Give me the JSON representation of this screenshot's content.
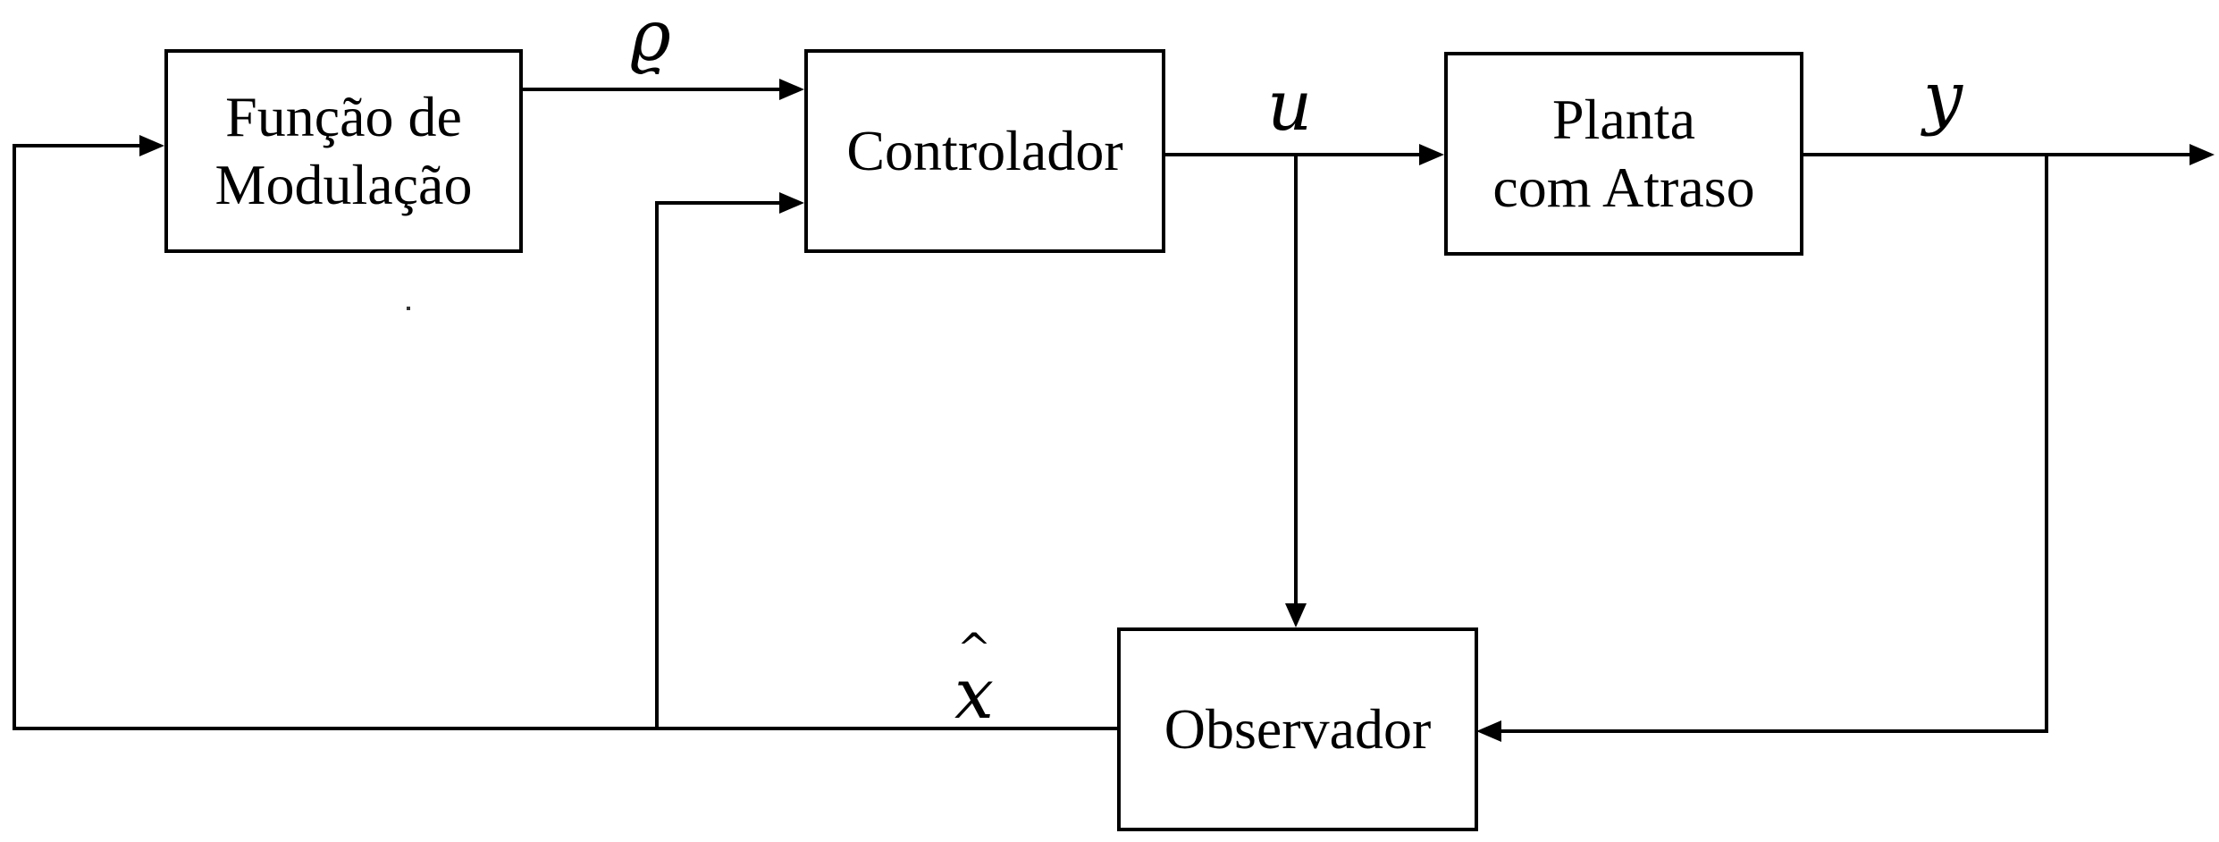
{
  "blocks": {
    "modulation": {
      "label": "Função de\nModulação"
    },
    "controller": {
      "label": "Controlador"
    },
    "plant": {
      "label": "Planta\ncom Atraso"
    },
    "observer": {
      "label": "Observador"
    }
  },
  "signals": {
    "rho": "ϱ",
    "u": "u",
    "y": "y",
    "x_hat": {
      "symbol": "x",
      "hat": "^"
    }
  },
  "colors": {
    "line": "#000000",
    "background": "#ffffff"
  }
}
